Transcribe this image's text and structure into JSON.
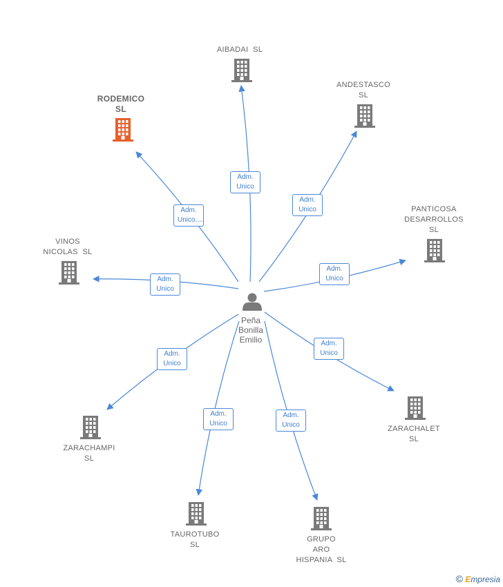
{
  "colors": {
    "edge": "#4a88d8",
    "building": "#7a7a7a",
    "building_highlight": "#e8602c",
    "person": "#7a7a7a"
  },
  "person": {
    "lines": [
      "Peña",
      "Bonilla",
      "Emilio"
    ],
    "icon": "person-icon"
  },
  "companies": [
    {
      "id": "aibadai",
      "lines": [
        "AIBADAI  SL"
      ],
      "highlight": false
    },
    {
      "id": "andestasco",
      "lines": [
        "ANDESTASCO",
        "SL"
      ],
      "highlight": false
    },
    {
      "id": "rodemico",
      "lines": [
        "RODEMICO",
        "SL"
      ],
      "highlight": true
    },
    {
      "id": "panticosa",
      "lines": [
        "PANTICOSA",
        "DESARROLLOS",
        "SL"
      ],
      "highlight": false
    },
    {
      "id": "vinos",
      "lines": [
        "VINOS",
        "NICOLAS  SL"
      ],
      "highlight": false
    },
    {
      "id": "zarachalet",
      "lines": [
        "ZARACHALET",
        "SL"
      ],
      "highlight": false
    },
    {
      "id": "zarachampi",
      "lines": [
        "ZARACHAMPI",
        "SL"
      ],
      "highlight": false
    },
    {
      "id": "taurotubo",
      "lines": [
        "TAUROTUBO",
        "SL"
      ],
      "highlight": false
    },
    {
      "id": "grupo",
      "lines": [
        "GRUPO",
        "ARO",
        "HISPANIA  SL"
      ],
      "highlight": false
    }
  ],
  "edges": [
    {
      "to": "aibadai",
      "lines": [
        "Adm.",
        "Unico"
      ]
    },
    {
      "to": "andestasco",
      "lines": [
        "Adm.",
        "Unico"
      ]
    },
    {
      "to": "rodemico",
      "lines": [
        "Adm.",
        "Unico,..."
      ]
    },
    {
      "to": "panticosa",
      "lines": [
        "Adm.",
        "Unico"
      ]
    },
    {
      "to": "vinos",
      "lines": [
        "Adm.",
        "Unico"
      ]
    },
    {
      "to": "zarachalet",
      "lines": [
        "Adm.",
        "Unico"
      ]
    },
    {
      "to": "zarachampi",
      "lines": [
        "Adm.",
        "Unico"
      ]
    },
    {
      "to": "taurotubo",
      "lines": [
        "Adm.",
        "Unico"
      ]
    },
    {
      "to": "grupo",
      "lines": [
        "Adm.",
        "Unico"
      ]
    }
  ],
  "footer": {
    "copyright": "©",
    "brand_initial": "E",
    "brand_rest": "mpresia"
  }
}
